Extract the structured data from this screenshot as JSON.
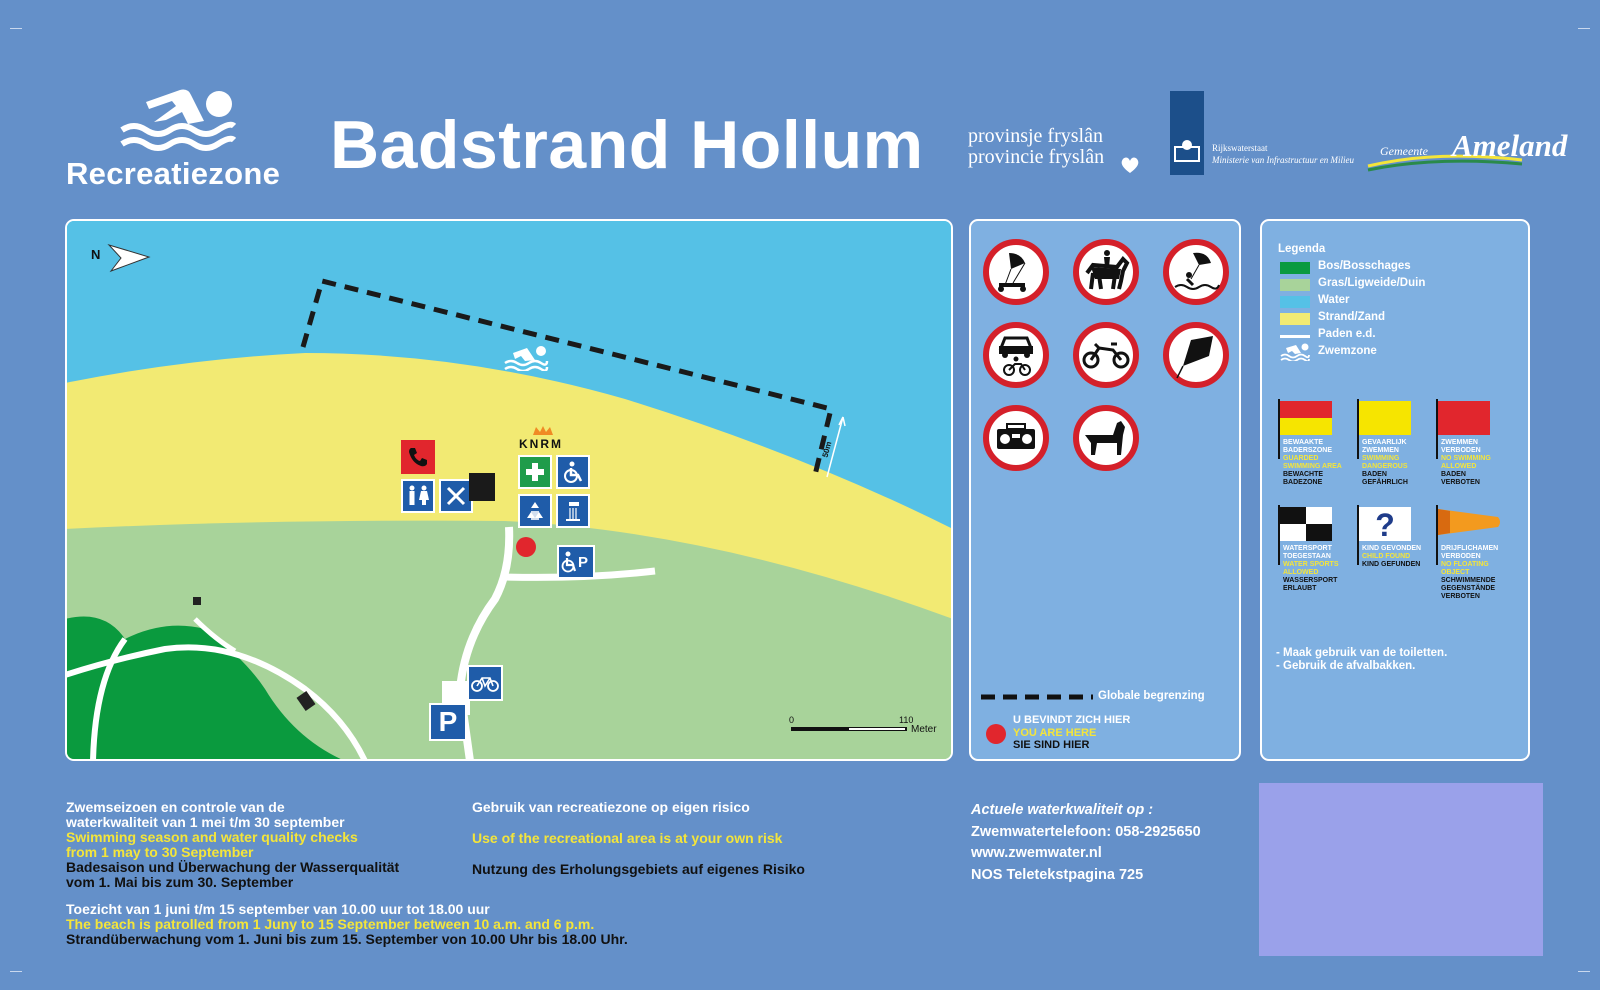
{
  "header": {
    "logo_label": "Recreatiezone",
    "title": "Badstrand Hollum",
    "province_line1": "provinsje fryslân",
    "province_line2": "provincie fryslân",
    "rws_line1": "Rijkswaterstaat",
    "rws_line2": "Ministerie van Infrastructuur en Milieu",
    "gemeente_small": "Gemeente",
    "gemeente_big": "Ameland"
  },
  "map": {
    "north_label": "N",
    "knrm_label": "KNRM",
    "distance_label": "50m",
    "scale_start": "0",
    "scale_end": "110",
    "scale_unit": "Meter"
  },
  "signs_panel": {
    "prohibited": [
      "kite-buggy-icon",
      "horse-rider-icon",
      "kitesurf-icon",
      "car-bicycle-icon",
      "motorcycle-icon",
      "kite-icon",
      "radio-icon",
      "dog-icon"
    ],
    "boundary_label": "Globale begrenzing",
    "here_nl": "U BEVINDT ZICH HIER",
    "here_en": "YOU ARE HERE",
    "here_de": "SIE SIND HIER"
  },
  "legend": {
    "title": "Legenda",
    "items": [
      {
        "label": "Bos/Bosschages",
        "color": "#0a9a3e"
      },
      {
        "label": "Gras/Ligweide/Duin",
        "color": "#a8d39a"
      },
      {
        "label": "Water",
        "color": "#55c1e6"
      },
      {
        "label": "Strand/Zand",
        "color": "#f2ea73"
      },
      {
        "label": "Paden e.d.",
        "color": "#ffffff"
      },
      {
        "label": "Zwemzone",
        "color": "#ffffff"
      }
    ],
    "flags": [
      {
        "nl": "BEWAAKTE BADERSZONE",
        "en": "GUARDED SWIMMING AREA",
        "de": "BEWACHTE BADEZONE"
      },
      {
        "nl": "GEVAARLIJK ZWEMMEN",
        "en": "SWIMMING DANGEROUS",
        "de": "BADEN GEFÄHRLICH"
      },
      {
        "nl": "ZWEMMEN VERBODEN",
        "en": "NO SWIMMING ALLOWED",
        "de": "BADEN VERBOTEN"
      },
      {
        "nl": "WATERSPORT TOEGESTAAN",
        "en": "WATER SPORTS ALLOWED",
        "de": "WASSERSPORT ERLAUBT"
      },
      {
        "nl": "KIND GEVONDEN",
        "en": "CHILD FOUND",
        "de": "KIND GEFUNDEN"
      },
      {
        "nl": "DRIJFLICHAMEN VERBODEN",
        "en": "NO FLOATING OBJECT",
        "de": "SCHWIMMENDE GEGENSTÄNDE VERBOTEN"
      }
    ],
    "note1": "- Maak gebruik van de toiletten.",
    "note2": "- Gebruik de afvalbakken."
  },
  "footer": {
    "season_nl_1": "Zwemseizoen en controle van de",
    "season_nl_2": "waterkwaliteit van 1 mei t/m 30 september",
    "season_en_1": "Swimming season and water quality checks",
    "season_en_2": "from 1 may to 30 September",
    "season_de_1": "Badesaison und Überwachung der Wasserqualität",
    "season_de_2": "vom 1. Mai bis zum 30. September",
    "risk_nl": "Gebruik van recreatiezone op eigen risico",
    "risk_en": "Use of the recreational area is at your own risk",
    "risk_de": "Nutzung des Erholungsgebiets auf eigenes Risiko",
    "patrol_nl": "Toezicht van 1 juni t/m 15 september van 10.00 uur tot 18.00 uur",
    "patrol_en": "The beach is patrolled from 1 Juny to 15 September between 10 a.m. and 6 p.m.",
    "patrol_de": "Strandüberwachung vom 1. Juni bis zum 15. September von 10.00 Uhr bis 18.00 Uhr.",
    "quality_title": "Actuele waterkwaliteit op :",
    "quality_phone": "Zwemwatertelefoon: 058-2925650",
    "quality_web": "www.zwemwater.nl",
    "quality_teletext": "NOS Teletekstpagina 725"
  }
}
